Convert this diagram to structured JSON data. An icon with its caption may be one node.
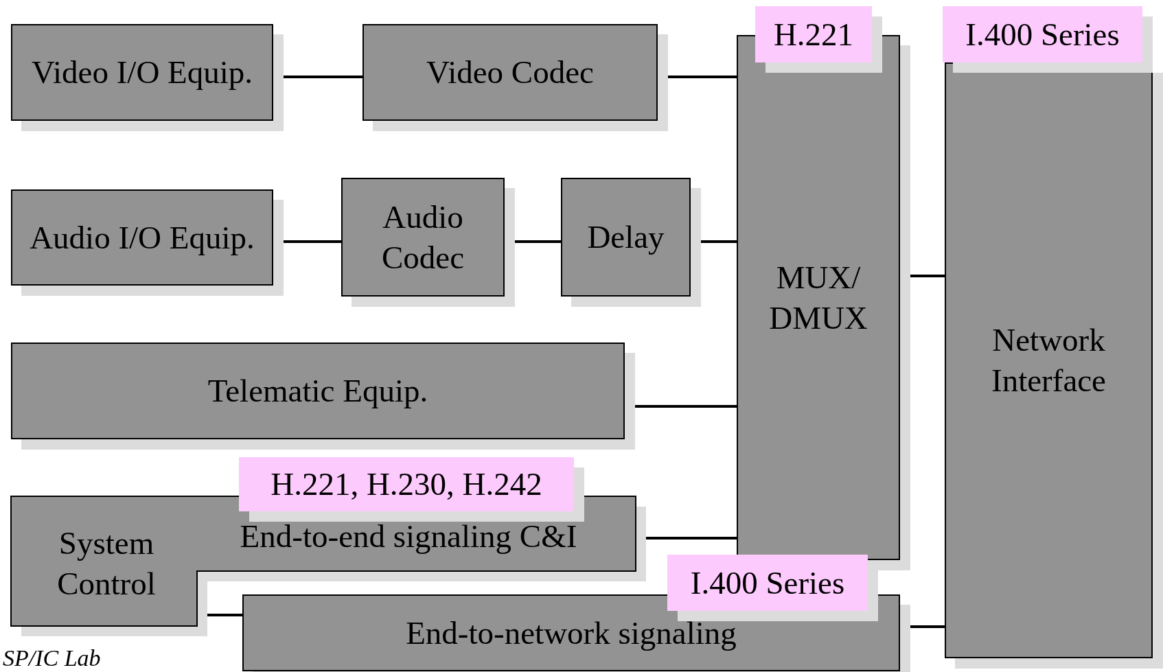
{
  "diagram": {
    "nodes": [
      {
        "text": [
          "Video I/O Equip."
        ]
      },
      {
        "text": [
          "Video Codec"
        ]
      },
      {
        "text": [
          "H.221"
        ]
      },
      {
        "text": [
          "MUX/ DMUX"
        ]
      },
      {
        "text": [
          "I.400 Series"
        ]
      },
      {
        "text": [
          "Network Interface"
        ]
      },
      {
        "text": [
          "Audio I/O Equip."
        ]
      },
      {
        "text": [
          "Audio Codec"
        ]
      },
      {
        "text": [
          "Delay"
        ]
      },
      {
        "text": [
          "Telematic Equip."
        ]
      },
      {
        "text": [
          "H.221, H.230, H.242"
        ]
      },
      {
        "text": [
          "System Control",
          "End-to-end signaling C&I"
        ]
      },
      {
        "text": [
          "I.400 Series"
        ]
      },
      {
        "text": [
          "End-to-network signaling"
        ]
      }
    ],
    "edges": [
      {
        "from": 0,
        "to": 1,
        "arrow": "none"
      },
      {
        "from": 1,
        "to": 3,
        "arrow": "none"
      },
      {
        "from": 6,
        "to": 7,
        "arrow": "none"
      },
      {
        "from": 7,
        "to": 8,
        "arrow": "none"
      },
      {
        "from": 8,
        "to": 3,
        "arrow": "none"
      },
      {
        "from": 9,
        "to": 3,
        "arrow": "none"
      },
      {
        "from": 3,
        "to": 5,
        "arrow": "none"
      },
      {
        "from": 11,
        "to": 3,
        "arrow": "none"
      },
      {
        "from": 11,
        "to": 13,
        "arrow": "none"
      },
      {
        "from": 13,
        "to": 5,
        "arrow": "none"
      }
    ],
    "labels": [
      "SP/IC Lab"
    ]
  }
}
